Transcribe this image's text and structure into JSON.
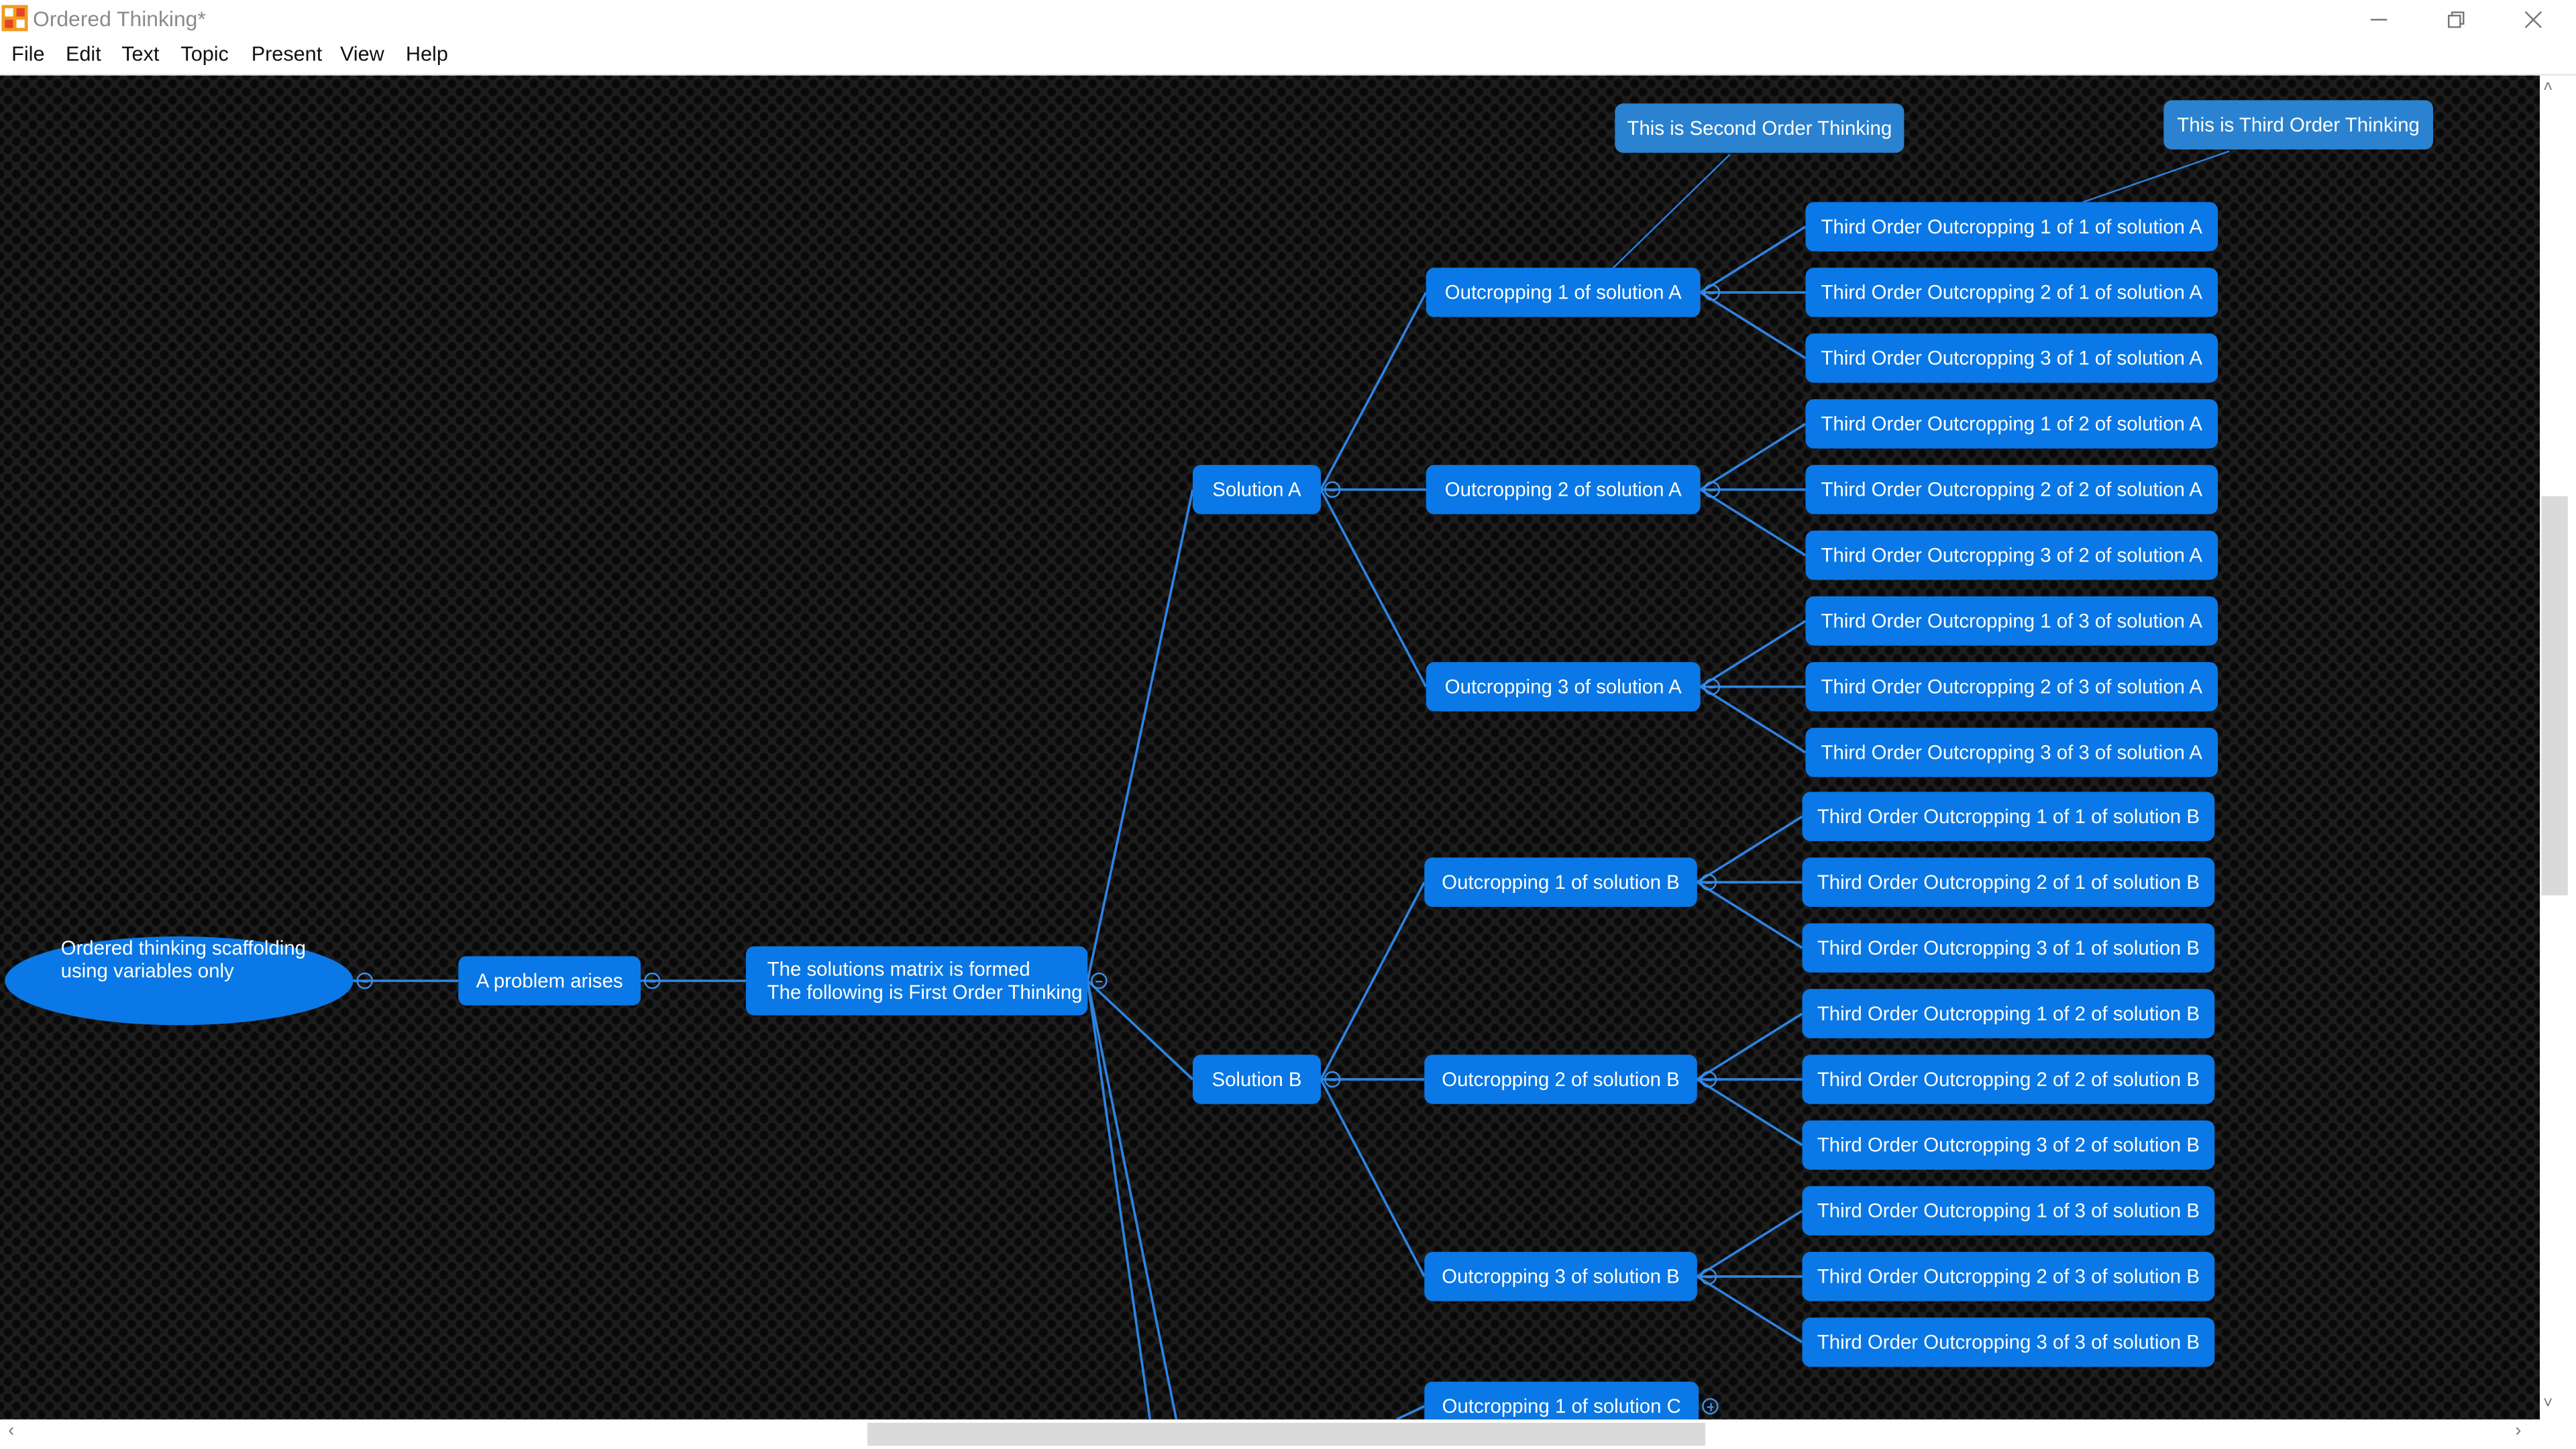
{
  "window": {
    "title": "Ordered Thinking*"
  },
  "menu": [
    "File",
    "Edit",
    "Text",
    "Topic",
    "Present",
    "View",
    "Help"
  ],
  "colors": {
    "node": "#0a78e6",
    "callout": "#2a82d0",
    "connector": "#2d83e0",
    "canvas": "#1d1d1d"
  },
  "map": {
    "root": {
      "line1": "Ordered thinking scaffolding",
      "line2": "using variables only"
    },
    "problem": "A problem arises",
    "matrix": {
      "line1": "The solutions matrix is formed",
      "line2": "The following is First Order Thinking"
    },
    "solutions": [
      "Solution A",
      "Solution B"
    ],
    "outcroppings": [
      "Outcropping 1 of solution A",
      "Outcropping 2 of solution A",
      "Outcropping 3 of solution A",
      "Outcropping 1 of solution B",
      "Outcropping 2 of solution B",
      "Outcropping 3 of solution B",
      "Outcropping 1 of solution C"
    ],
    "third_order": [
      "Third Order Outcropping 1 of 1 of solution A",
      "Third Order Outcropping 2 of 1 of solution A",
      "Third Order Outcropping 3 of 1 of solution A",
      "Third Order Outcropping 1 of 2 of solution A",
      "Third Order Outcropping 2 of 2 of solution A",
      "Third Order Outcropping 3 of 2 of solution A",
      "Third Order Outcropping 1 of 3 of solution A",
      "Third Order Outcropping 2 of 3 of solution A",
      "Third Order Outcropping 3 of 3 of solution A",
      "Third Order Outcropping 1 of 1 of solution B",
      "Third Order Outcropping 2 of 1 of solution B",
      "Third Order Outcropping 3 of 1 of solution B",
      "Third Order Outcropping 1 of 2 of solution B",
      "Third Order Outcropping 2 of 2 of solution B",
      "Third Order Outcropping 3 of 2 of solution B",
      "Third Order Outcropping 1 of 3 of solution B",
      "Third Order Outcropping 2 of 3 of solution B",
      "Third Order Outcropping 3 of 3 of solution B"
    ],
    "callouts": [
      "This is Second Order Thinking",
      "This is Third Order Thinking"
    ]
  }
}
